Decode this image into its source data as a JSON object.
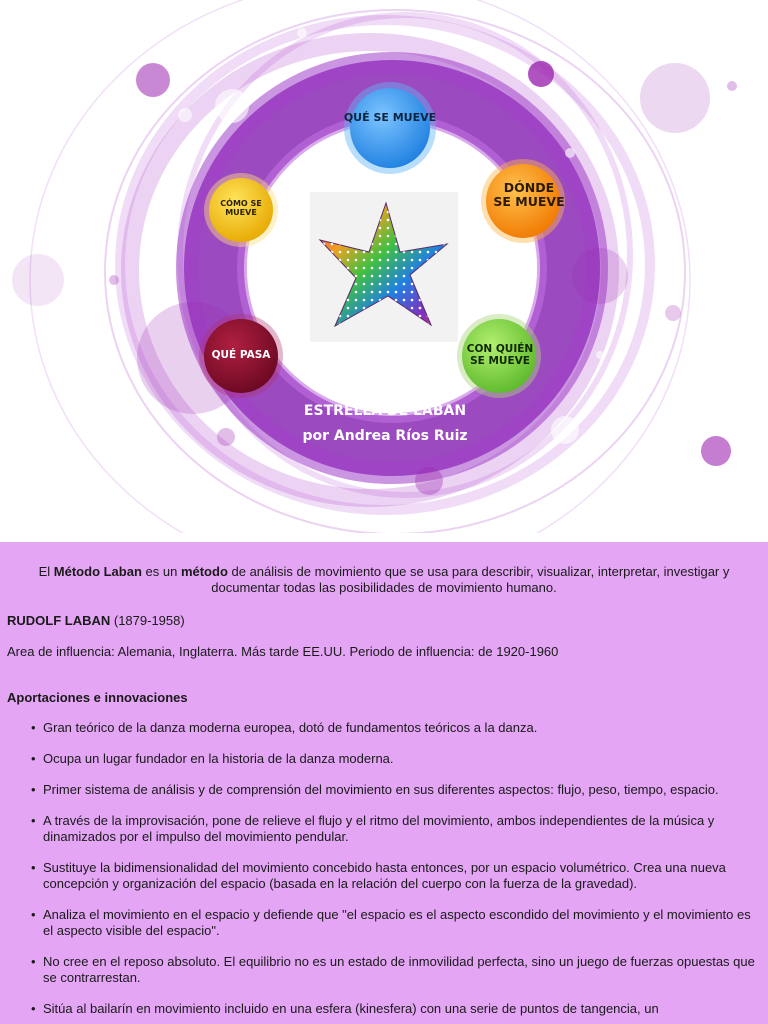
{
  "hero": {
    "bubbles": {
      "que_se_mueve": "QUÉ SE MUEVE",
      "donde_line1": "DÓNDE",
      "donde_line2": "SE MUEVE",
      "como_line1": "CÓMO SE",
      "como_line2": "MUEVE",
      "que_pasa": "QUÉ PASA",
      "con_quien_line1": "CON QUIÉN",
      "con_quien_line2": "SE MUEVE"
    },
    "title_line1": "ESTRELLA DE LABAN",
    "title_line2": "por Andrea Ríos Ruiz",
    "colors": {
      "purple_dark": "#7b1fa2",
      "purple_mid": "#9c27b0",
      "bubble_blue": "#2196f3",
      "bubble_orange": "#ff8c00",
      "bubble_yellow": "#f5c400",
      "bubble_red": "#8b1030",
      "bubble_green": "#7cd13a"
    }
  },
  "content": {
    "intro": {
      "p1": "El ",
      "b1": "Método Laban",
      "p2": " es un ",
      "b2": "método",
      "p3": " de análisis de movimiento que se usa para describir, visualizar, interpretar, investigar y documentar todas las posibilidades de movimiento humano."
    },
    "laban_name": "RUDOLF LABAN",
    "laban_years": " (1879-1958)",
    "area": "Area de influencia: Alemania, Inglaterra. Más tarde EE.UU. Periodo de influencia: de 1920-1960",
    "aportaciones_heading": "Aportaciones e innovaciones",
    "bullets": [
      "Gran teórico de la danza moderna europea, dotó de fundamentos teóricos a la danza.",
      "Ocupa un lugar fundador en la historia de la danza moderna.",
      "Primer sistema de análisis y de comprensión del movimiento en sus diferentes aspectos: flujo, peso, tiempo, espacio.",
      "A través de la improvisación, pone de relieve el flujo y el ritmo del movimiento, ambos independientes de la música y dinamizados por el impulso del movimiento pendular.",
      "Sustituye la bidimensionalidad del movimiento concebido hasta entonces, por un espacio volumétrico. Crea una nueva concepción y organización del espacio (basada en la relación del cuerpo con la fuerza de la gravedad).",
      "Analiza el movimiento en el espacio y defiende que \"el espacio es el aspecto escondido del movimiento y el movimiento es el aspecto visible del espacio\".",
      "No cree en el reposo absoluto. El equilibrio no es un estado de inmovilidad perfecta, sino un juego de fuerzas opuestas que se contrarrestan.",
      "Sitúa al bailarín en movimiento incluido en una esfera (kinesfera) con una serie de puntos de tangencia, un"
    ]
  }
}
